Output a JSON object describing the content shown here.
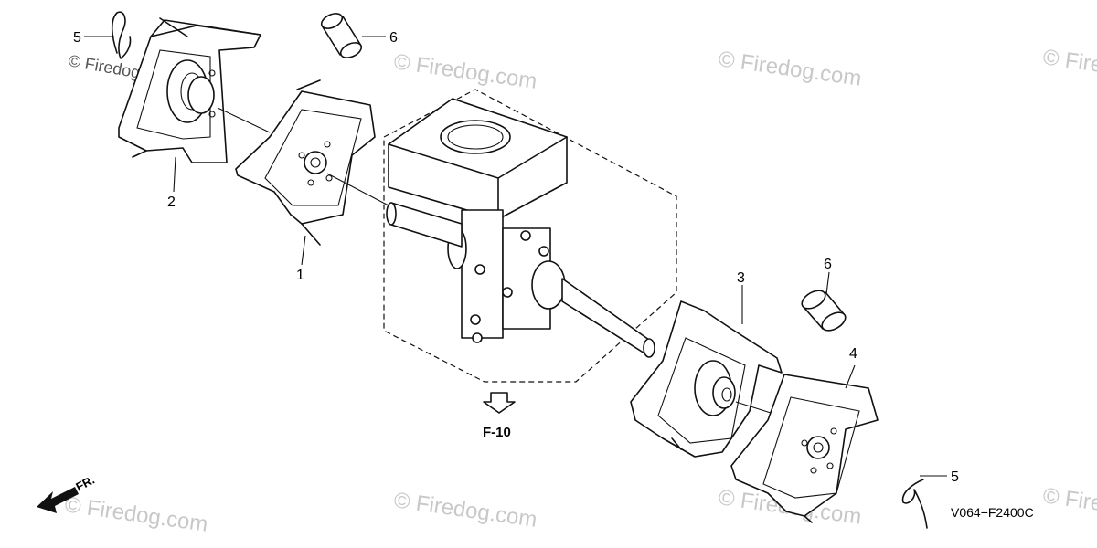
{
  "watermark": "© Firedog.com",
  "callouts": {
    "c1": "1",
    "c2": "2",
    "c3": "3",
    "c4": "4",
    "c5a": "5",
    "c5b": "5",
    "c6a": "6",
    "c6b": "6"
  },
  "reference": "F-10",
  "direction": "FR.",
  "diagram_code": "V064−F2400C"
}
